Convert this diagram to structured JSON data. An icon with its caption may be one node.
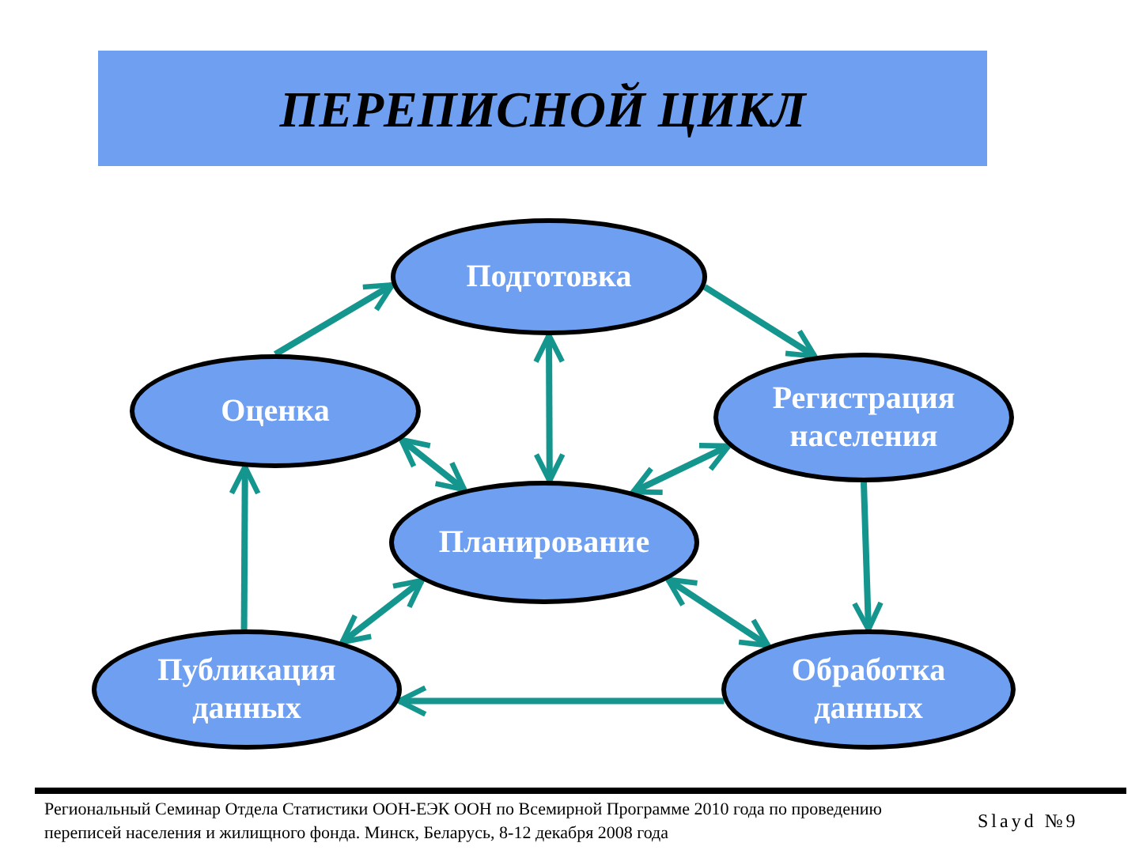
{
  "diagram": {
    "title": "ПЕРЕПИСНОЙ ЦИКЛ",
    "nodes": [
      {
        "text": [
          "Подготовка"
        ]
      },
      {
        "text": [
          "Регистрация населения"
        ]
      },
      {
        "text": [
          "Оценка"
        ]
      },
      {
        "text": [
          "Планирование"
        ]
      },
      {
        "text": [
          "Публикация данных"
        ]
      },
      {
        "text": [
          "Обработка данных"
        ]
      }
    ],
    "edges": [
      {
        "from": 2,
        "to": 0,
        "arrow": "to"
      },
      {
        "from": 0,
        "to": 1,
        "arrow": "to"
      },
      {
        "from": 0,
        "to": 3,
        "arrow": "both"
      },
      {
        "from": 2,
        "to": 3,
        "arrow": "both"
      },
      {
        "from": 1,
        "to": 3,
        "arrow": "both"
      },
      {
        "from": 1,
        "to": 5,
        "arrow": "to"
      },
      {
        "from": 5,
        "to": 4,
        "arrow": "to"
      },
      {
        "from": 4,
        "to": 2,
        "arrow": "to"
      },
      {
        "from": 3,
        "to": 4,
        "arrow": "both"
      },
      {
        "from": 3,
        "to": 5,
        "arrow": "both"
      }
    ],
    "labels": [
      "Региональный Семинар Отдела Статистики ООН-ЕЭК ООН по Всемирной Программе 2010 года по проведению переписей населения и жилищного фонда. Минск, Беларусь, 8-12 декабря 2008 года",
      "Slayd №9"
    ]
  }
}
